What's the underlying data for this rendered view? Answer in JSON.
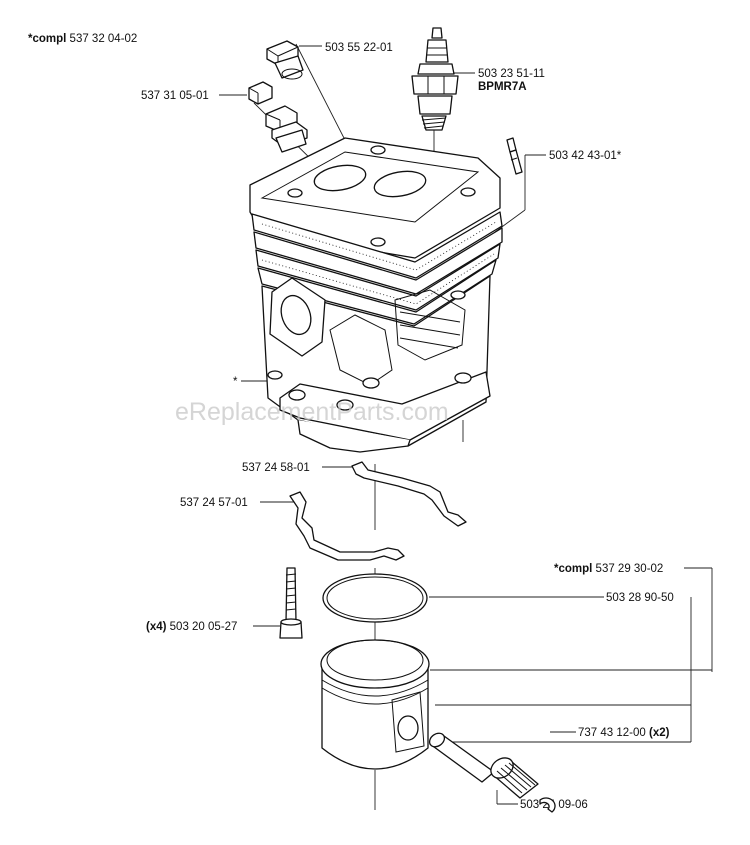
{
  "watermark": "eReplacementParts.com",
  "labels": {
    "assembly_top_prefix": "*compl",
    "assembly_top_number": "537 32 04-02",
    "plug": "503 55 22-01",
    "decomp_valve": "537 31 05-01",
    "spark_plug": "503 23 51-11",
    "spark_plug_type": "BPMR7A",
    "connector": "503 42 43-01*",
    "cylinder_star": "*",
    "gasket_upper": "537 24 58-01",
    "gasket_lower": "537 24 57-01",
    "assembly_piston_prefix": "*compl",
    "assembly_piston_number": "537 29 30-02",
    "piston_ring": "503 28 90-50",
    "screw_qty": "(x4)",
    "screw": "503 20 05-27",
    "circlip": "737 43 12-00",
    "circlip_qty": "(x2)",
    "needle_bearing": "503 24 09-06"
  }
}
